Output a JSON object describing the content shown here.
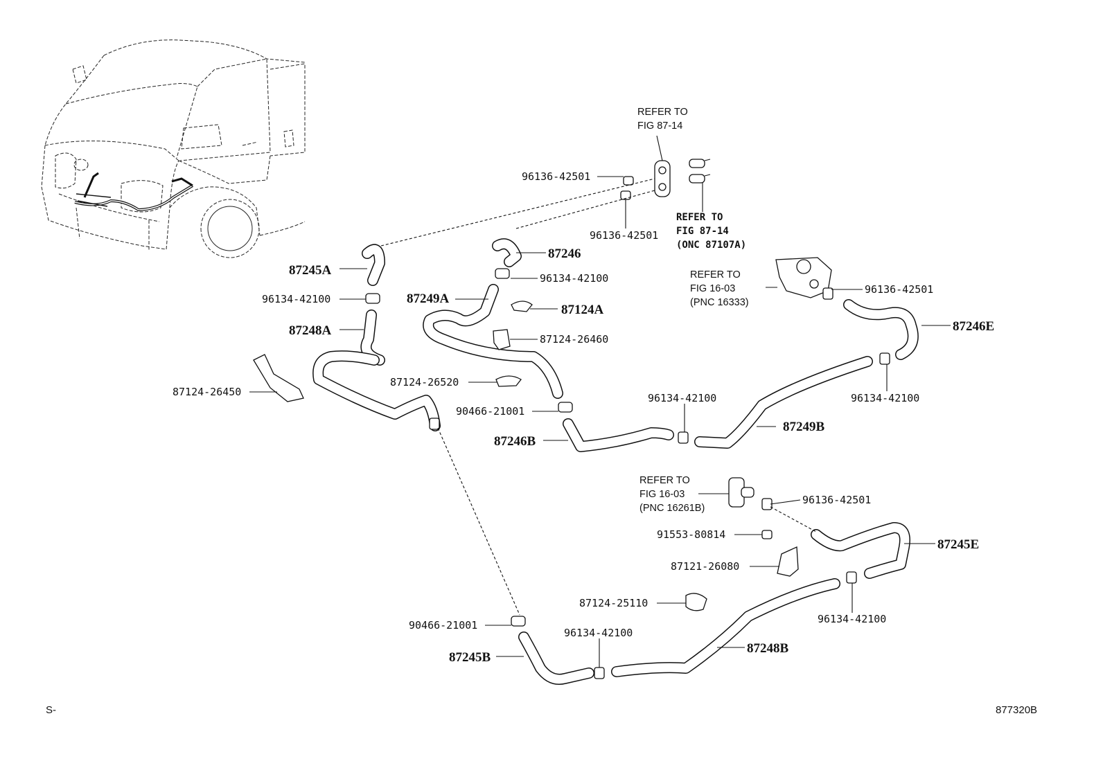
{
  "labels": {
    "p87245A": "87245A",
    "p96134_a": "96134-42100",
    "p87248A": "87248A",
    "p87124_26450": "87124-26450",
    "p87249A": "87249A",
    "p87246": "87246",
    "p96134_b": "96134-42100",
    "p87124A": "87124A",
    "p87124_26460": "87124-26460",
    "p87124_26520": "87124-26520",
    "p90466_a": "90466-21001",
    "p87246B": "87246B",
    "p96134_c": "96134-42100",
    "p87249B": "87249B",
    "p96134_d": "96134-42100",
    "p87246E": "87246E",
    "p96136_a": "96136-42501",
    "p96136_b": "96136-42501",
    "p96136_c": "96136-42501",
    "p96136_d": "96136-42501",
    "p91553": "91553-80814",
    "p87121": "87121-26080",
    "p87245E": "87245E",
    "p87124_25110": "87124-25110",
    "p96134_e": "96134-42100",
    "p90466_b": "90466-21001",
    "p96134_f": "96134-42100",
    "p87245B": "87245B",
    "p87248B": "87248B"
  },
  "refs": {
    "r1_l1": "REFER TO",
    "r1_l2": "FIG 87-14",
    "r2_l1": "REFER TO",
    "r2_l2": "FIG 87-14",
    "r2_l3": "(ONC 87107A)",
    "r3_l1": "REFER TO",
    "r3_l2": "FIG 16-03",
    "r3_l3": "(PNC 16333)",
    "r4_l1": "REFER TO",
    "r4_l2": "FIG 16-03",
    "r4_l3": "(PNC 16261B)"
  },
  "footer": {
    "left_code": "S-",
    "figure_number": "877320B"
  }
}
